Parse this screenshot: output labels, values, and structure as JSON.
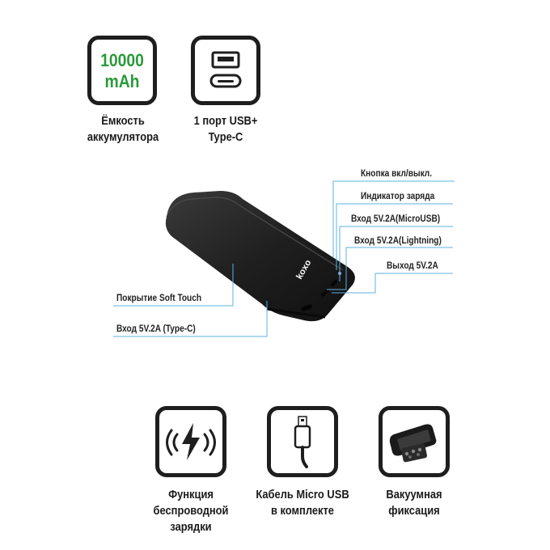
{
  "features_top": [
    {
      "badge_line1": "10000",
      "badge_line2": "mAh",
      "caption_lines": [
        "Ёмкость",
        "аккумулятора"
      ]
    },
    {
      "icon": "usb-typec-ports-icon",
      "caption_lines": [
        "1 порт USB+",
        "Type-C"
      ]
    }
  ],
  "device": {
    "brand": "koxo",
    "labels": {
      "power_button": "Кнопка вкл/выкл.",
      "charge_indicator": "Индикатор заряда",
      "input_micro": "Вход 5V.2A(MicroUSB)",
      "input_lightning": "Вход 5V.2A(Lightning)",
      "output": "Выход 5V.2A",
      "coating": "Покрытие Soft Touch",
      "input_typec": "Вход 5V.2A (Type-C)"
    },
    "accent_color": "#5fb0e0"
  },
  "features_bottom": [
    {
      "icon": "wireless-charging-icon",
      "caption_lines": [
        "Функция",
        "беспроводной",
        "зарядки"
      ]
    },
    {
      "icon": "micro-usb-cable-icon",
      "caption_lines": [
        "Кабель Micro USB",
        "в комплекте"
      ]
    },
    {
      "icon": "vacuum-mount-photo-icon",
      "caption_lines": [
        "Вакуумная",
        "фиксация"
      ]
    }
  ],
  "colors": {
    "badge_text": "#2a9a3a",
    "frame": "#1e1e1e",
    "callout_line": "#5fb0e0"
  }
}
